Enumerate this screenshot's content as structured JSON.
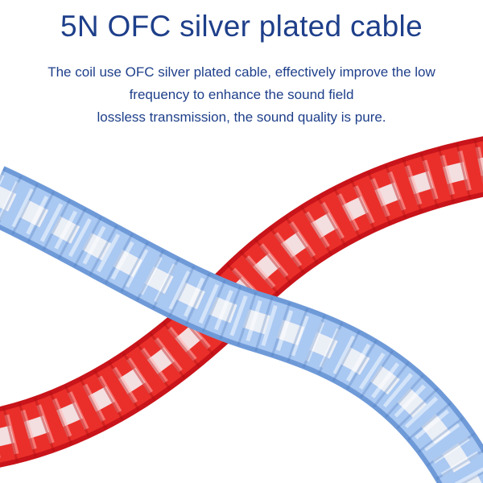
{
  "header": {
    "title": "5N OFC silver plated cable",
    "description_lines": [
      "The coil use OFC silver plated cable, effectively improve the low",
      "frequency to enhance the sound field",
      "lossless transmission, the sound quality is pure."
    ]
  },
  "colors": {
    "text": "#1e3f8a",
    "red_cable": "#e2231f",
    "blue_cable": "#8fb5ea",
    "silver": "#e8e8ee"
  }
}
